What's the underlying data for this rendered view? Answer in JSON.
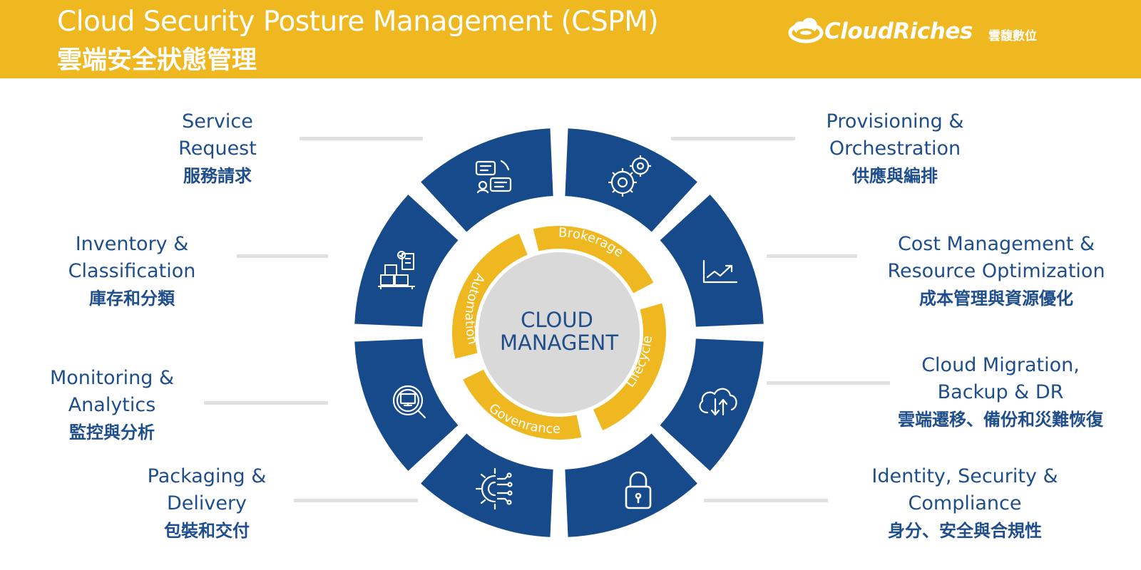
{
  "header": {
    "title_en": "Cloud Security Posture Management (CSPM)",
    "title_zh": "雲端安全狀態管理",
    "brand_name": "CloudRiches",
    "brand_zh": "雲馥數位"
  },
  "colors": {
    "header_bg": "#efb820",
    "outer_ring": "#174a8b",
    "inner_ring": "#efb820",
    "center": "#d9d9d9",
    "text_blue": "#1f4e8c",
    "connector": "#e1e1e1"
  },
  "center": {
    "line1": "CLOUD",
    "line2": "MANAGENT"
  },
  "inner_ring": {
    "brokerage": "Brokerage",
    "automation": "Automation",
    "lifecycle": "Lifecycle",
    "governance": "Govenrance"
  },
  "services": [
    {
      "id": "service-request",
      "en1": "Service",
      "en2": "Request",
      "zh": "服務請求",
      "icon": "chat-support-icon"
    },
    {
      "id": "provisioning",
      "en1": "Provisioning &",
      "en2": "Orchestration",
      "zh": "供應與編排",
      "icon": "gears-icon"
    },
    {
      "id": "inventory",
      "en1": "Inventory &",
      "en2": "Classification",
      "zh": "庫存和分類",
      "icon": "inventory-boxes-icon"
    },
    {
      "id": "cost",
      "en1": "Cost Management &",
      "en2": "Resource Optimization",
      "zh": "成本管理與資源優化",
      "icon": "growth-chart-icon"
    },
    {
      "id": "monitoring",
      "en1": "Monitoring &",
      "en2": "Analytics",
      "zh": "監控與分析",
      "icon": "magnifier-monitor-icon"
    },
    {
      "id": "migration",
      "en1": "Cloud Migration,",
      "en2": "Backup & DR",
      "zh": "雲端遷移、備份和災難恢復",
      "icon": "cloud-transfer-icon"
    },
    {
      "id": "packaging",
      "en1": "Packaging &",
      "en2": "Delivery",
      "zh": "包裝和交付",
      "icon": "gear-circuit-icon"
    },
    {
      "id": "identity",
      "en1": "Identity, Security &",
      "en2": "Compliance",
      "zh": "身分、安全與合規性",
      "icon": "padlock-icon"
    }
  ]
}
